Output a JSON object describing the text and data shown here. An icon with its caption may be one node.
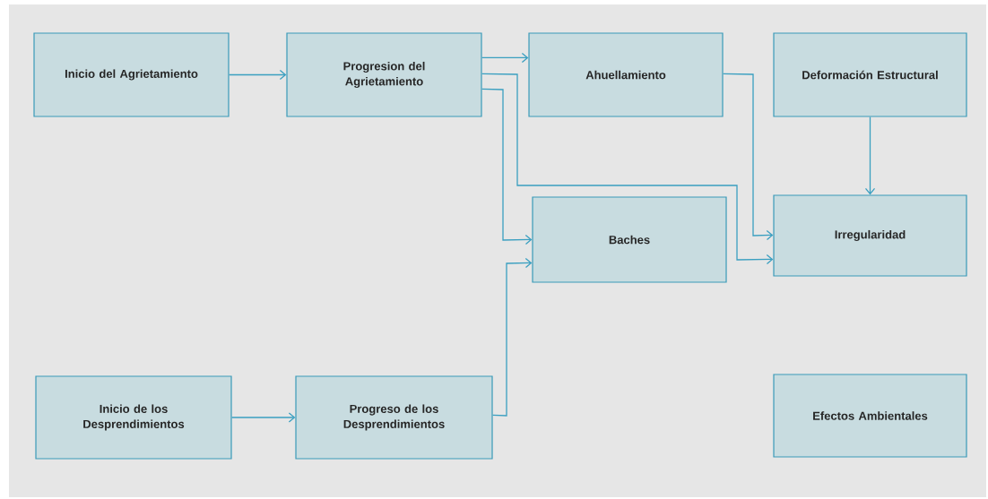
{
  "diagram": {
    "nodes": [
      {
        "text": [
          "Inicio del Agrietamiento"
        ]
      },
      {
        "text": [
          "Progresion del Agrietamiento"
        ]
      },
      {
        "text": [
          "Ahuellamiento"
        ]
      },
      {
        "text": [
          "Deformación Estructural"
        ]
      },
      {
        "text": [
          "Baches"
        ]
      },
      {
        "text": [
          "Irregularidad"
        ]
      },
      {
        "text": [
          "Inicio de los Desprendimientos"
        ]
      },
      {
        "text": [
          "Progreso de los Desprendimientos"
        ]
      },
      {
        "text": [
          "Efectos Ambientales"
        ]
      }
    ],
    "edges": [
      {
        "from": 0,
        "to": 1,
        "arrow": "to"
      },
      {
        "from": 1,
        "to": 2,
        "arrow": "to"
      },
      {
        "from": 1,
        "to": 5,
        "arrow": "to"
      },
      {
        "from": 1,
        "to": 4,
        "arrow": "to"
      },
      {
        "from": 2,
        "to": 5,
        "arrow": "to"
      },
      {
        "from": 3,
        "to": 5,
        "arrow": "to"
      },
      {
        "from": 6,
        "to": 7,
        "arrow": "to"
      },
      {
        "from": 7,
        "to": 4,
        "arrow": "to"
      }
    ]
  }
}
